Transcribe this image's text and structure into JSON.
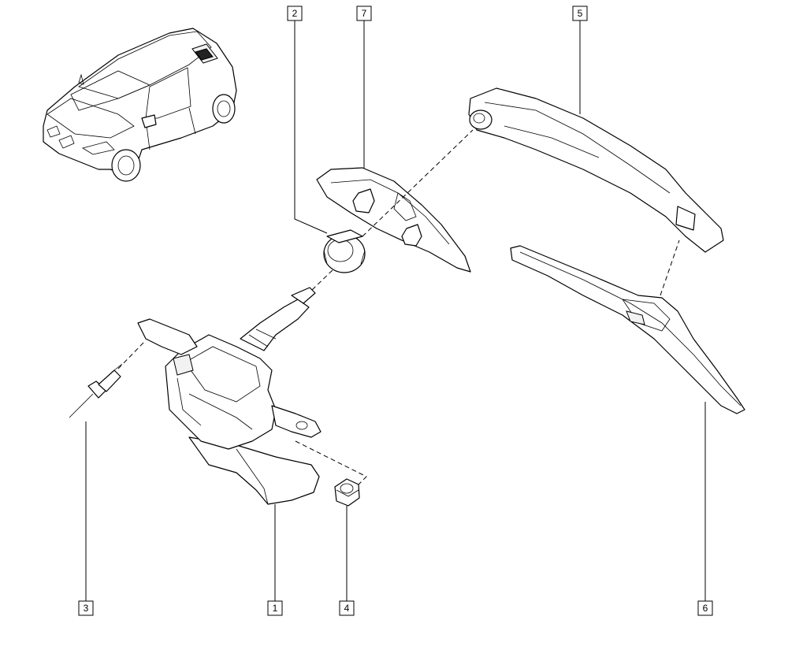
{
  "diagram": {
    "callouts": [
      {
        "label": "2"
      },
      {
        "label": "7"
      },
      {
        "label": "5"
      },
      {
        "label": "3"
      },
      {
        "label": "1"
      },
      {
        "label": "4"
      },
      {
        "label": "6"
      }
    ]
  }
}
